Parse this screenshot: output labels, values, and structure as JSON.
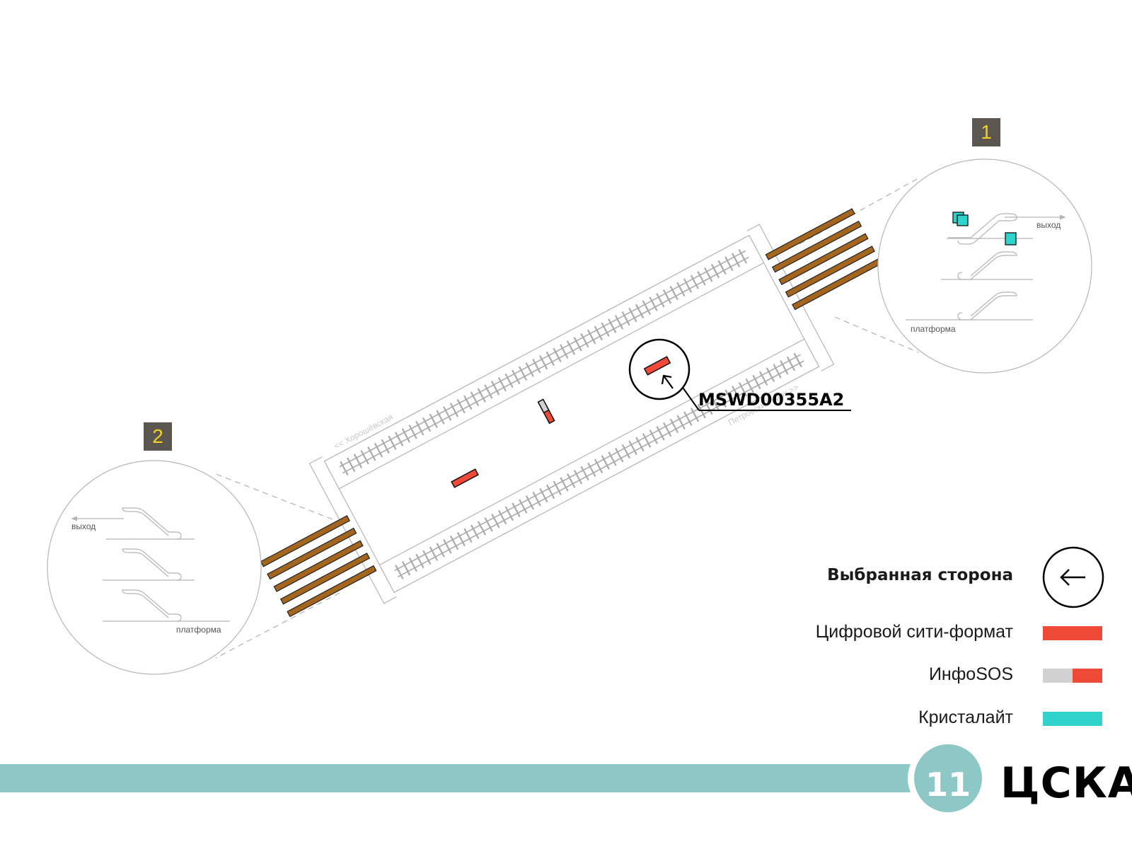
{
  "station": {
    "name": "ЦСКА",
    "line_number": "11",
    "line_color": "#8ec8c6"
  },
  "device": {
    "code": "MSWD00355A2"
  },
  "directions": {
    "left": "<< Хорошёвская",
    "right": "Петровский парк >>"
  },
  "insets": [
    {
      "number": "1",
      "exit_label": "выход",
      "platform_label": "платформа"
    },
    {
      "number": "2",
      "exit_label": "выход",
      "platform_label": "платформа"
    }
  ],
  "legend": {
    "selected_side": "Выбранная сторона",
    "items": [
      {
        "label": "Цифровой сити-формат",
        "color": "#ef4a38"
      },
      {
        "label": "ИнфоSOS",
        "color": "#ef4a38",
        "secondary_color": "#d1d1d1"
      },
      {
        "label": "Кристалайт",
        "color": "#2fd3cc"
      }
    ]
  },
  "colors": {
    "badge_bg": "#5b5750",
    "badge_text": "#f2d21c",
    "stairs": "#a4661e",
    "crystallite": "#2fd3cc"
  }
}
